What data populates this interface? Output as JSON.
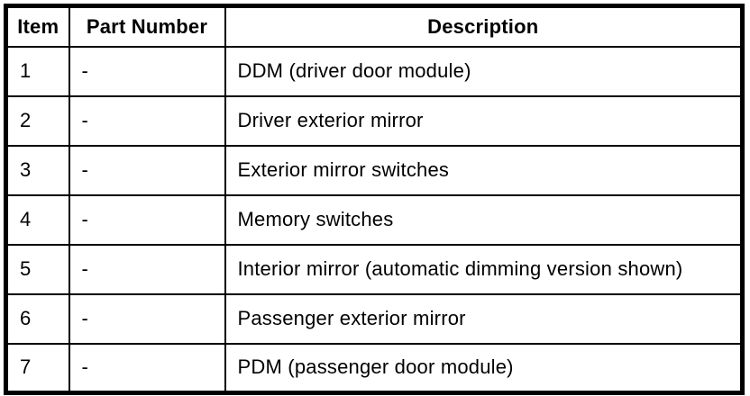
{
  "colors": {
    "border": "#000000",
    "text": "#000000",
    "background": "#ffffff"
  },
  "table": {
    "headers": {
      "item": "Item",
      "part_number": "Part Number",
      "description": "Description"
    },
    "rows": [
      {
        "item": "1",
        "part_number": "-",
        "description": "DDM (driver door module)"
      },
      {
        "item": "2",
        "part_number": "-",
        "description": "Driver exterior mirror"
      },
      {
        "item": "3",
        "part_number": "-",
        "description": "Exterior mirror switches"
      },
      {
        "item": "4",
        "part_number": "-",
        "description": "Memory switches"
      },
      {
        "item": "5",
        "part_number": "-",
        "description": "Interior mirror (automatic dimming version shown)"
      },
      {
        "item": "6",
        "part_number": "-",
        "description": "Passenger exterior mirror"
      },
      {
        "item": "7",
        "part_number": "-",
        "description": "PDM (passenger door module)"
      }
    ]
  }
}
